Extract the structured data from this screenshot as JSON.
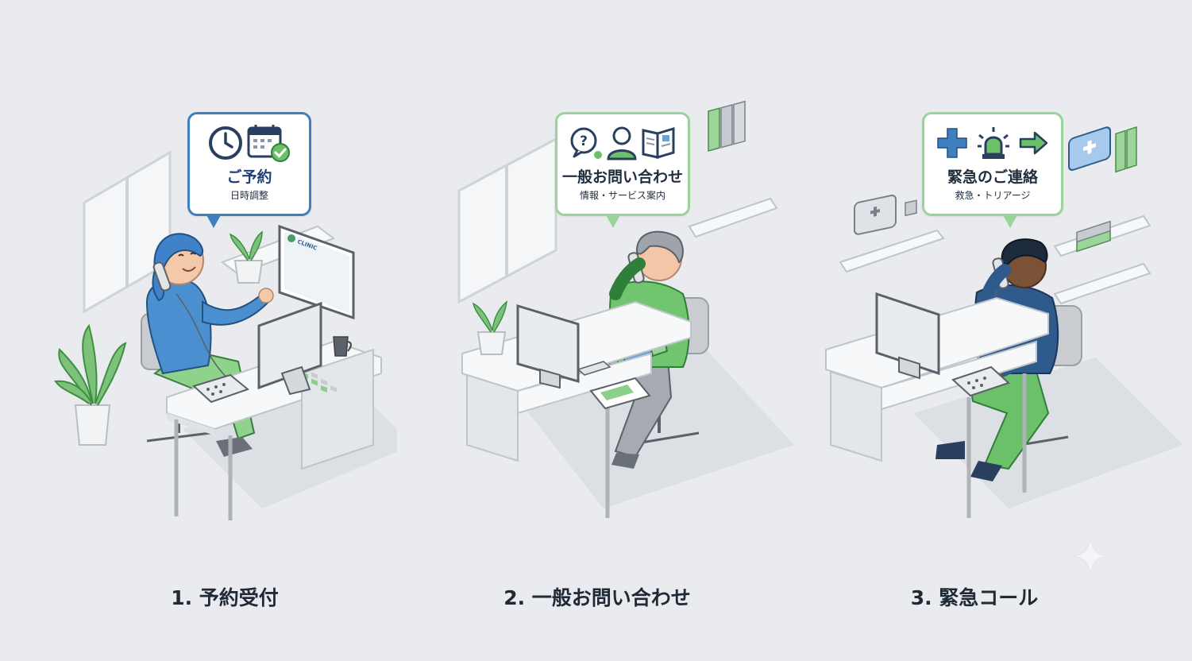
{
  "scenes": [
    {
      "bubble": {
        "title": "ご予約",
        "subtitle": "日時調整",
        "icons": [
          "clock-icon",
          "calendar-check-icon"
        ]
      },
      "caption": "1. 予約受付",
      "screen_label": "CLINIC"
    },
    {
      "bubble": {
        "title": "一般お問い合わせ",
        "subtitle": "情報・サービス案内",
        "icons": [
          "question-bubble-icon",
          "person-icon",
          "brochure-icon"
        ]
      },
      "caption": "2. 一般お問い合わせ"
    },
    {
      "bubble": {
        "title": "緊急のご連絡",
        "subtitle": "救急・トリアージ",
        "icons": [
          "medical-cross-icon",
          "alarm-light-icon",
          "arrow-right-icon"
        ]
      },
      "caption": "3. 緊急コール"
    }
  ],
  "colors": {
    "background": "#e9ebee",
    "blue_accent": "#3f7fbf",
    "green_accent": "#6cc06a",
    "navy": "#2a3f5f",
    "desk": "#f7f8f9"
  }
}
